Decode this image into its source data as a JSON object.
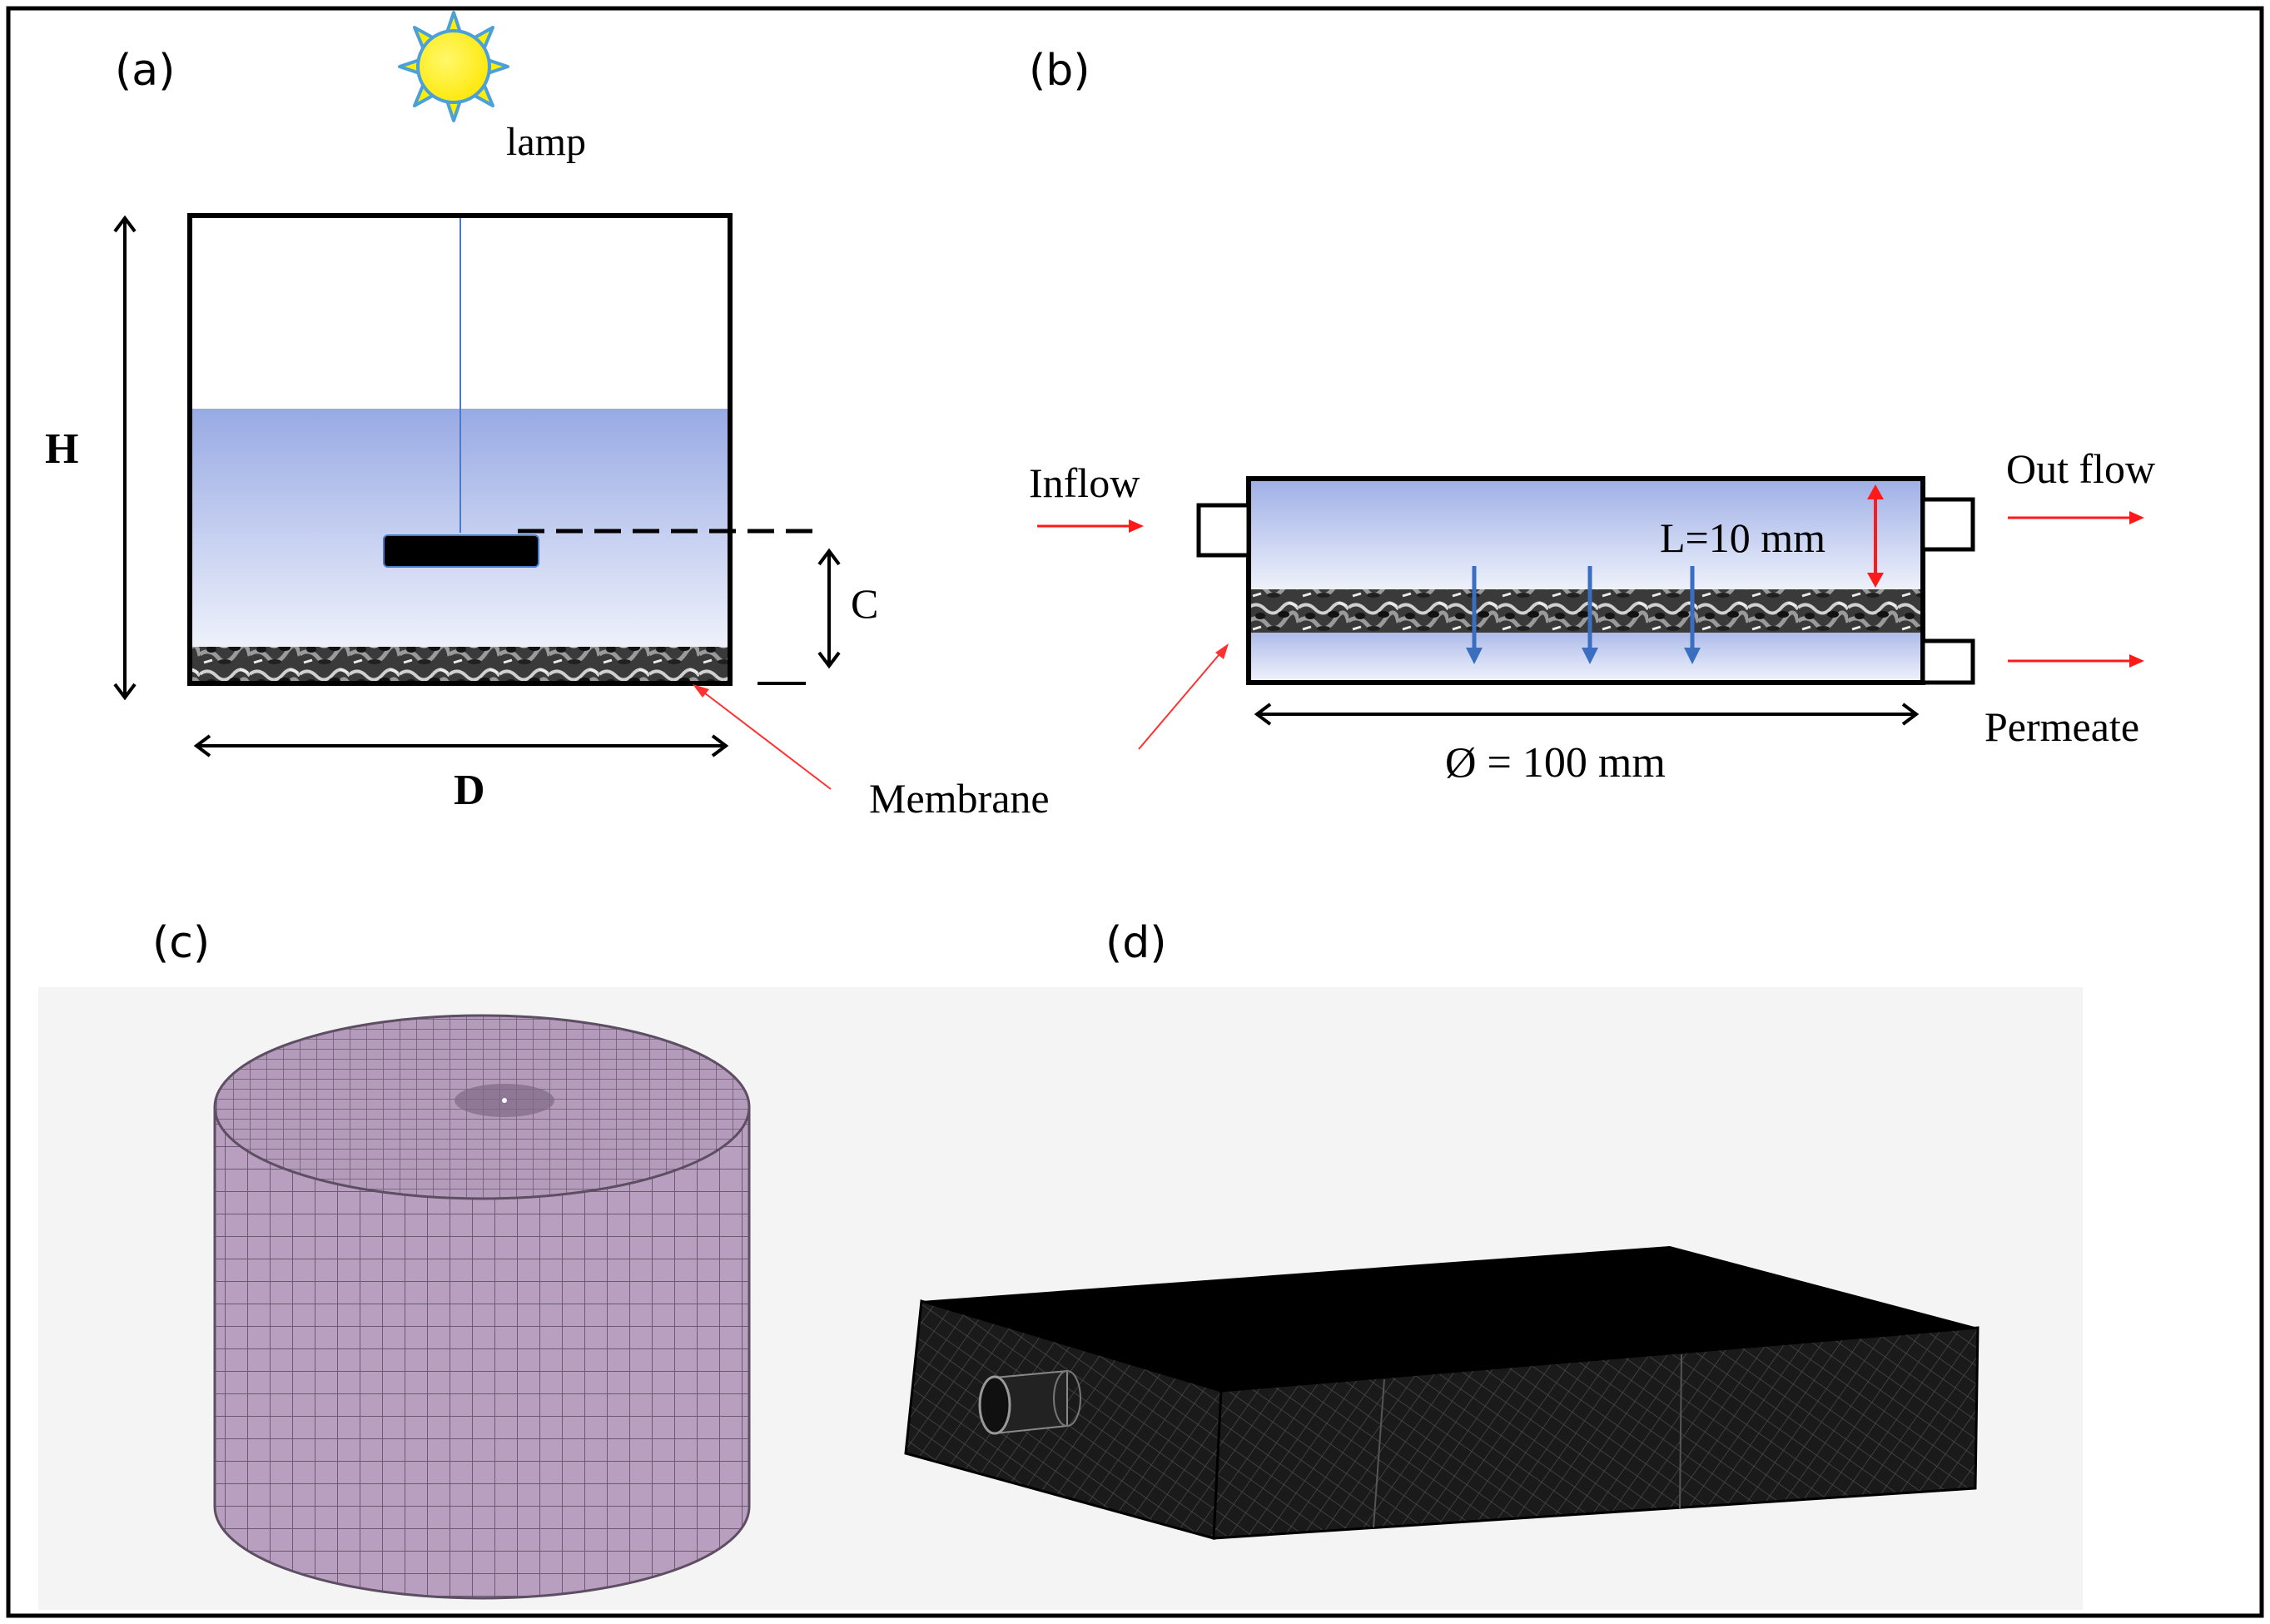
{
  "panels": {
    "a": {
      "label": "(a)",
      "lamp_label": "lamp",
      "height_label": "H",
      "diameter_label": "D",
      "distance_label": "C"
    },
    "b": {
      "label": "(b)",
      "inflow_label": "Inflow",
      "outflow_label": "Out flow",
      "permeate_label": "Permeate",
      "channel_height_label": "L=10 mm",
      "diameter_label": "Ø = 100 mm"
    },
    "c": {
      "label": "(c)"
    },
    "d": {
      "label": "(d)"
    }
  },
  "shared": {
    "membrane_label": "Membrane"
  },
  "colors": {
    "water_top": "#9fb0e6",
    "water_bottom": "#e8ecf9",
    "arrow_red": "#ff1a1a",
    "arrow_blue": "#3a6fbf",
    "mesh_cylinder": "#b99fbf",
    "mesh_box": "#151515",
    "lamp_yellow": "#ffee00",
    "lamp_blue": "#4aa0d8"
  }
}
